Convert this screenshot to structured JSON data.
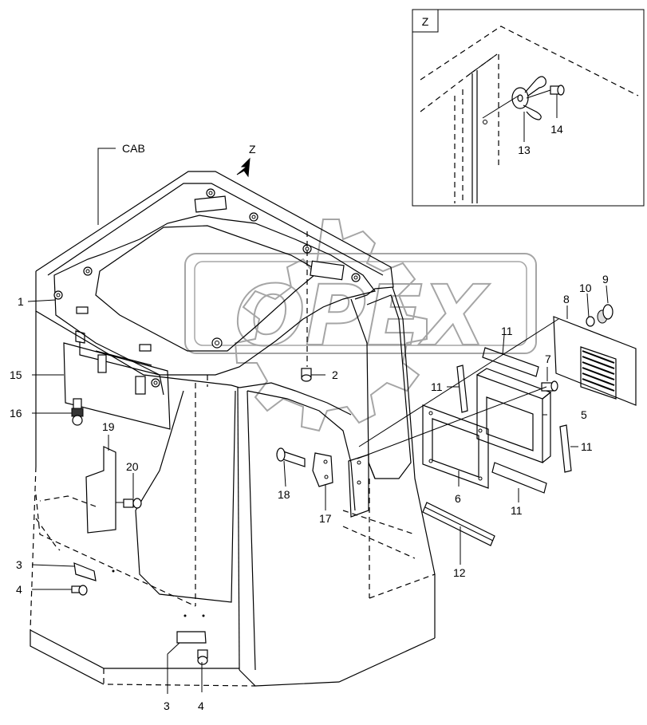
{
  "diagram": {
    "detail_view_letter": "Z",
    "view_arrow_letter": "Z",
    "cab_label": "CAB",
    "watermark": "OPEX",
    "callouts": {
      "c1": "1",
      "c2": "2",
      "c3a": "3",
      "c3b": "3",
      "c4a": "4",
      "c4b": "4",
      "c5": "5",
      "c6": "6",
      "c7": "7",
      "c8": "8",
      "c9": "9",
      "c10": "10",
      "c11a": "11",
      "c11b": "11",
      "c11c": "11",
      "c11d": "11",
      "c12": "12",
      "c13": "13",
      "c14": "14",
      "c15": "15",
      "c16": "16",
      "c17": "17",
      "c18": "18",
      "c19": "19",
      "c20": "20"
    }
  }
}
